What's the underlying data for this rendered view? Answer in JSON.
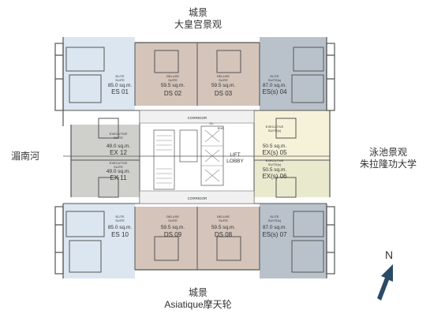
{
  "views": {
    "north_line1": "城景",
    "north_line2": "大皇宫景观",
    "west": "湄南河",
    "east_line1": "泳池景观",
    "east_line2": "朱拉隆功大学",
    "south_line1": "城景",
    "south_line2": "Asiatique摩天轮"
  },
  "core": {
    "corridor_top": "CORRIDOR",
    "corridor_bottom": "CORRIDOR",
    "lift_lobby_line1": "LIFT",
    "lift_lobby_line2": "LOBBY",
    "gl": "GL",
    "ehc": "EHC"
  },
  "compass": {
    "label": "N"
  },
  "units": {
    "es01": {
      "type1": "ELITE",
      "type2": "SUITE",
      "area": "85.0 sq.m.",
      "code": "ES 01"
    },
    "ds02": {
      "type1": "DELUXE",
      "type2": "SUITE",
      "area": "59.5 sq.m.",
      "code": "DS 02"
    },
    "ds03": {
      "type1": "DELUXE",
      "type2": "SUITE",
      "area": "59.5 sq.m.",
      "code": "DS 03"
    },
    "es04": {
      "type1": "ELITE",
      "type2": "SUITE(s)",
      "area": "87.0 sq.m.",
      "code": "ES(s) 04"
    },
    "ex05": {
      "type1": "EXECUTIVE",
      "type2": "SUITE(s)",
      "area": "50.5 sq.m.",
      "code": "EX(s) 05"
    },
    "ex06": {
      "type1": "EXECUTIVE",
      "type2": "SUITE(s)",
      "area": "50.5 sq.m.",
      "code": "EX(s) 06"
    },
    "es07": {
      "type1": "ELITE",
      "type2": "SUITE(s)",
      "area": "87.0 sq.m.",
      "code": "ES(s) 07"
    },
    "ds08": {
      "type1": "DELUXE",
      "type2": "SUITE",
      "area": "59.5 sq.m.",
      "code": "DS 08"
    },
    "ds09": {
      "type1": "DELUXE",
      "type2": "SUITE",
      "area": "59.5 sq.m.",
      "code": "DS 09"
    },
    "es10": {
      "type1": "ELITE",
      "type2": "SUITE",
      "area": "85.0 sq.m.",
      "code": "ES 10"
    },
    "ex11": {
      "type1": "EXECUTIVE",
      "type2": "SUITE",
      "area": "49.0 sq.m.",
      "code": "EX 11"
    },
    "ex12": {
      "type1": "EXECUTIVE",
      "type2": "SUITE",
      "area": "49.0 sq.m.",
      "code": "EX 12"
    }
  },
  "colors": {
    "elite": "#dce6f0",
    "elite_s": "#b9c2cb",
    "deluxe": "#d4c4ba",
    "executive": "#cfcfcb",
    "executive_s": "#f6f2d9",
    "wall": "#555555",
    "arrow": "#2b4a66"
  }
}
